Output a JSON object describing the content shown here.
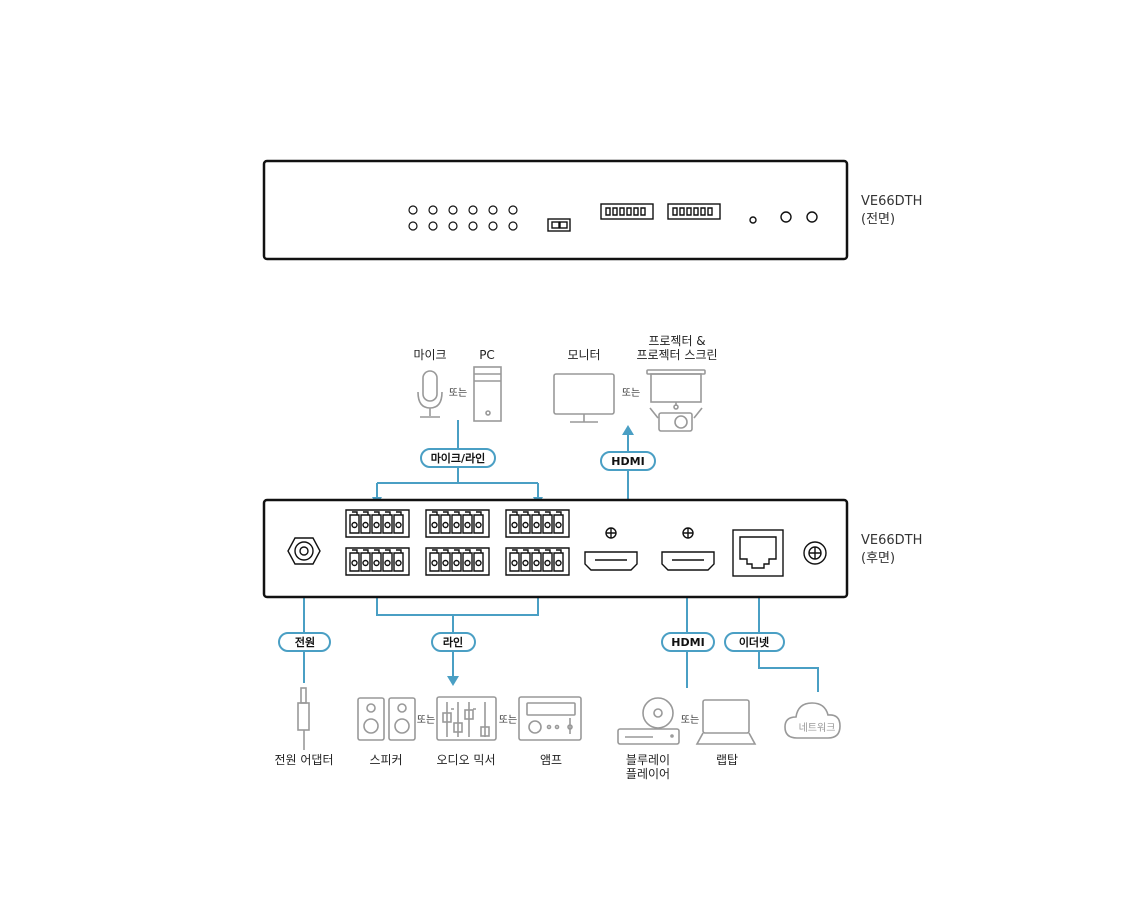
{
  "front": {
    "model": "VE66DTH",
    "side": "(전면)"
  },
  "rear": {
    "model": "VE66DTH",
    "side": "(후면)"
  },
  "top_devices": {
    "mic": "마이크",
    "pc": "PC",
    "or1": "또는",
    "monitor": "모니터",
    "or2": "또는",
    "projector_line1": "프로젝터 &",
    "projector_line2": "프로젝터 스크린"
  },
  "pills": {
    "mic_line": "마이크/라인",
    "hdmi_out": "HDMI",
    "power": "전원",
    "line": "라인",
    "hdmi_in": "HDMI",
    "ethernet": "이더넷"
  },
  "bottom_devices": {
    "power_adapter": "전원 어댑터",
    "speaker": "스피커",
    "or3": "또는",
    "mixer": "오디오 믹서",
    "or4": "또는",
    "amp": "앰프",
    "bluray_line1": "블루레이",
    "bluray_line2": "플레이어",
    "or5": "또는",
    "laptop": "랩탑",
    "network": "네트워크"
  },
  "colors": {
    "connector": "#4a9fc4",
    "device": "#999999"
  }
}
